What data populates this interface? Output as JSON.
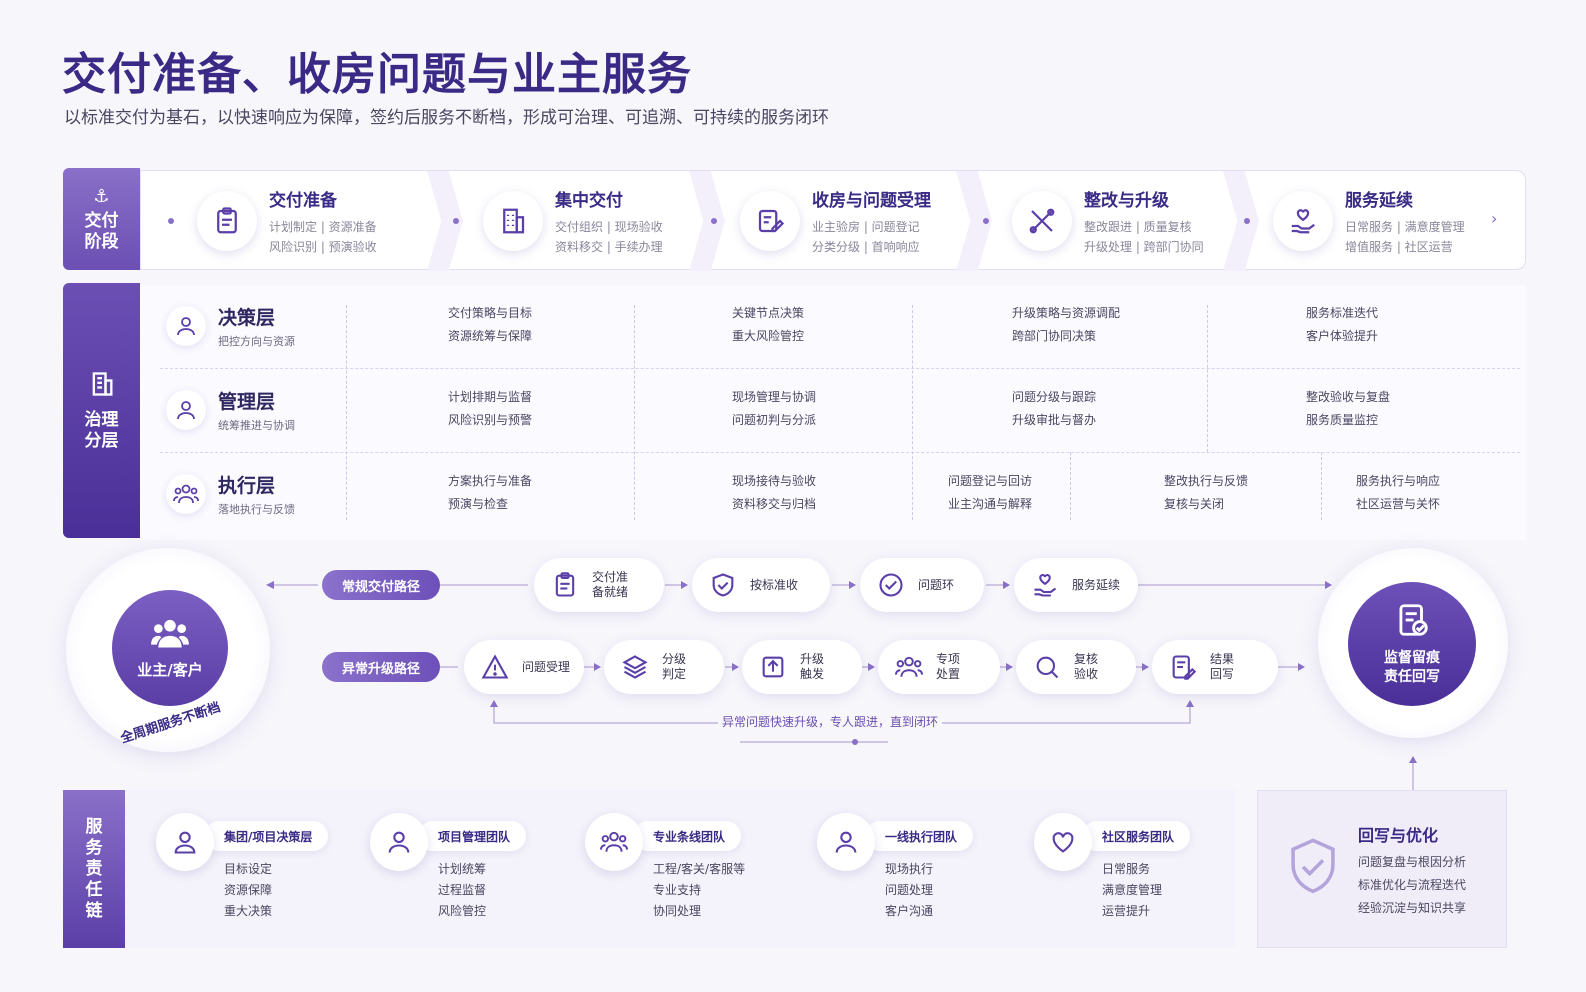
{
  "header": {
    "title": "交付准备、收房问题与业主服务",
    "subtitle": "以标准交付为基石，以快速响应为保障，签约后服务不断档，形成可治理、可追溯、可持续的服务闭环"
  },
  "stage_band": {
    "label_line1": "交付",
    "label_line2": "阶段",
    "stages": [
      {
        "title": "交付准备",
        "line1": "计划制定 | 资源准备",
        "line2": "风险识别 | 预演验收",
        "icon": "clipboard-icon"
      },
      {
        "title": "集中交付",
        "line1": "交付组织 | 现场验收",
        "line2": "资料移交 | 手续办理",
        "icon": "building-icon"
      },
      {
        "title": "收房与问题受理",
        "line1": "业主验房 | 问题登记",
        "line2": "分类分级 | 首响响应",
        "icon": "edit-form-icon"
      },
      {
        "title": "整改与升级",
        "line1": "整改跟进 | 质量复核",
        "line2": "升级处理 | 跨部门协同",
        "icon": "tools-icon"
      },
      {
        "title": "服务延续",
        "line1": "日常服务 | 满意度管理",
        "line2": "增值服务 | 社区运营",
        "icon": "hand-heart-icon"
      }
    ]
  },
  "governance": {
    "label_line1": "治理",
    "label_line2": "分层",
    "rows": [
      {
        "title": "决策层",
        "sub": "把控方向与资源",
        "cells": [
          [
            "交付策略与目标",
            "资源统筹与保障"
          ],
          [
            "关键节点决策",
            "重大风险管控"
          ],
          [
            "升级策略与资源调配",
            "跨部门协同决策"
          ],
          [
            "服务标准迭代",
            "客户体验提升"
          ]
        ]
      },
      {
        "title": "管理层",
        "sub": "统筹推进与协调",
        "cells": [
          [
            "计划排期与监督",
            "风险识别与预警"
          ],
          [
            "现场管理与协调",
            "问题初判与分派"
          ],
          [
            "问题分级与跟踪",
            "升级审批与督办"
          ],
          [
            "整改验收与复盘",
            "服务质量监控"
          ]
        ]
      },
      {
        "title": "执行层",
        "sub": "落地执行与反馈",
        "cells": [
          [
            "方案执行与准备",
            "预演与检查"
          ],
          [
            "现场接待与验收",
            "资料移交与归档"
          ],
          [
            "问题登记与回访",
            "业主沟通与解释"
          ],
          [
            "整改执行与反馈",
            "复核与关闭"
          ],
          [
            "服务执行与响应",
            "社区运营与关怀"
          ]
        ]
      }
    ]
  },
  "flow": {
    "owner": "业主/客户",
    "owner_caption": "全周期服务不断档",
    "normal_path": "常规交付路径",
    "abnormal_path": "异常升级路径",
    "normal_nodes": [
      {
        "l1": "交付准",
        "l2": "备就绪",
        "icon": "clipboard-icon"
      },
      {
        "l1": "按标准收",
        "l2": "",
        "icon": "shield-check-icon"
      },
      {
        "l1": "问题环",
        "l2": "",
        "icon": "check-circle-icon"
      },
      {
        "l1": "服务延续",
        "l2": "",
        "icon": "hand-heart-icon"
      }
    ],
    "abnormal_nodes": [
      {
        "l1": "问题受理",
        "l2": "",
        "icon": "warning-icon"
      },
      {
        "l1": "分级",
        "l2": "判定",
        "icon": "layers-icon"
      },
      {
        "l1": "升级",
        "l2": "触发",
        "icon": "upload-icon"
      },
      {
        "l1": "专项",
        "l2": "处置",
        "icon": "team-icon"
      },
      {
        "l1": "复核",
        "l2": "验收",
        "icon": "search-icon"
      },
      {
        "l1": "结果",
        "l2": "回写",
        "icon": "report-icon"
      }
    ],
    "loop_text": "异常问题快速升级，专人跟进，直到闭环",
    "right_core_line1": "监督留痕",
    "right_core_line2": "责任回写"
  },
  "service_chain": {
    "label": [
      "服",
      "务",
      "责",
      "任",
      "链"
    ],
    "teams": [
      {
        "name": "集团/项目决策层",
        "items": [
          "目标设定",
          "资源保障",
          "重大决策"
        ],
        "icon": "person-icon"
      },
      {
        "name": "项目管理团队",
        "items": [
          "计划统筹",
          "过程监督",
          "风险管控"
        ],
        "icon": "person-icon"
      },
      {
        "name": "专业条线团队",
        "items": [
          "工程/客关/客服等",
          "专业支持",
          "协同处理"
        ],
        "icon": "team-icon"
      },
      {
        "name": "一线执行团队",
        "items": [
          "现场执行",
          "问题处理",
          "客户沟通"
        ],
        "icon": "person-icon"
      },
      {
        "name": "社区服务团队",
        "items": [
          "日常服务",
          "满意度管理",
          "运营提升"
        ],
        "icon": "heart-icon"
      }
    ],
    "optimize": {
      "title": "回写与优化",
      "items": [
        "问题复盘与根因分析",
        "标准优化与流程迭代",
        "经验沉淀与知识共享"
      ]
    }
  },
  "colors": {
    "accent": "#6b4fb3",
    "title": "#3a2a86"
  }
}
